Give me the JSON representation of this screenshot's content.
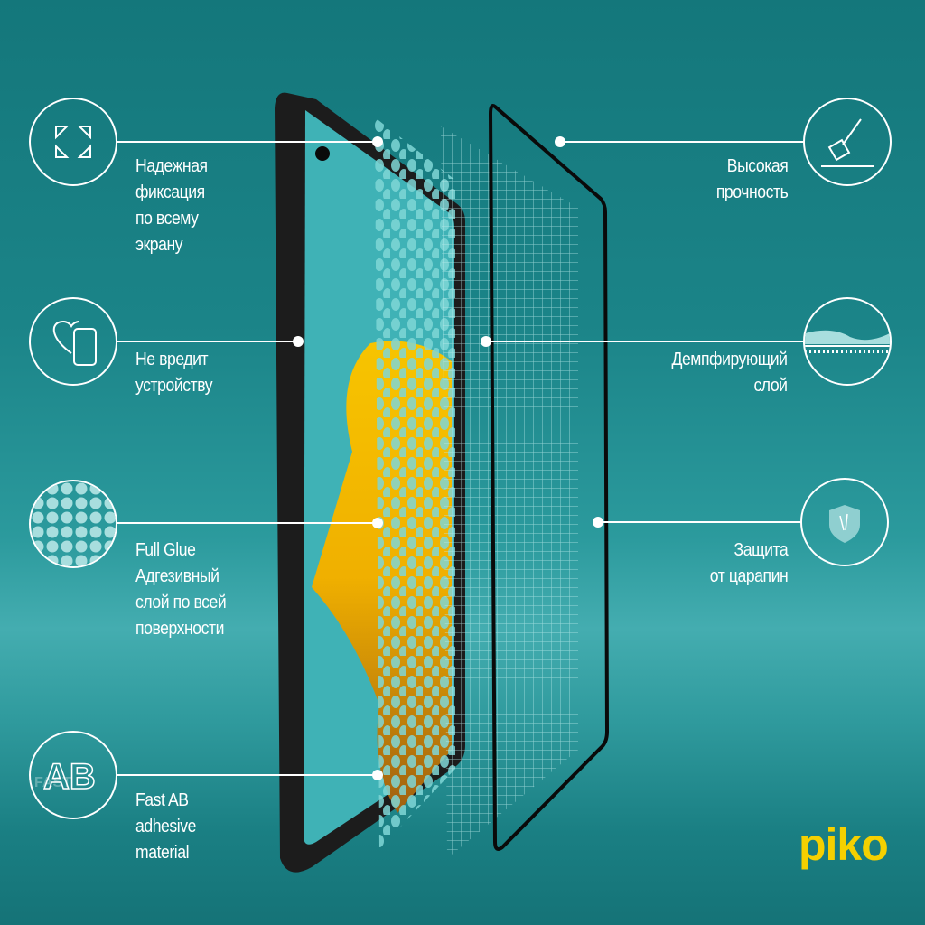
{
  "features_left": [
    {
      "icon": "arrows-expand-icon",
      "lines": [
        "Надежная",
        "фиксация",
        "по всему",
        "экрану"
      ]
    },
    {
      "icon": "heart-phone-icon",
      "lines": [
        "Не вредит",
        "устройству"
      ]
    },
    {
      "icon": "dots-pattern-icon",
      "lines": [
        "Full Glue",
        "Адгезивный",
        "слой по всей",
        "поверхности"
      ]
    },
    {
      "icon": "fast-ab-icon",
      "icon_text": "AB",
      "icon_subtext": "FAST",
      "lines": [
        "Fast AB",
        "adhesive",
        "material"
      ]
    }
  ],
  "features_right": [
    {
      "icon": "hammer-icon",
      "lines": [
        "Высокая",
        "прочность"
      ]
    },
    {
      "icon": "damping-layer-icon",
      "lines": [
        "Демпфирующий",
        "слой"
      ]
    },
    {
      "icon": "shield-icon",
      "lines": [
        "Защита",
        "от царапин"
      ]
    }
  ],
  "brand": {
    "logo": "piko",
    "color": "#f5d000"
  },
  "colors": {
    "background": "#1b8488",
    "accent": "#f5d000"
  }
}
